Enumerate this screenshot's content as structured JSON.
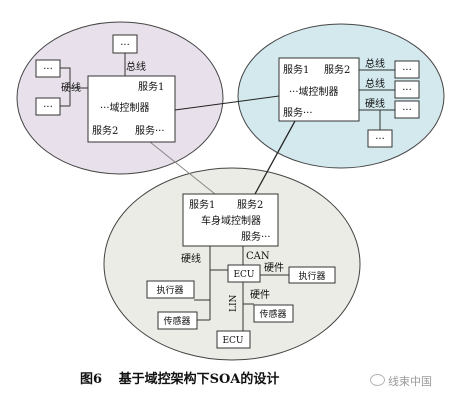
{
  "diagram": {
    "zones": {
      "left": {
        "controller": {
          "service1": "服务1",
          "name": "···域控制器",
          "service2": "服务2",
          "service_more": "服务···"
        },
        "bus_label": "总线",
        "hardwire_label": "硬线",
        "device_label": "···"
      },
      "right": {
        "controller": {
          "service1": "服务1",
          "service2": "服务2",
          "name": "···域控制器",
          "service_more": "服务···"
        },
        "bus_label_1": "总线",
        "bus_label_2": "总线",
        "hardwire_label": "硬线",
        "device_label": "···"
      },
      "bottom": {
        "controller": {
          "service1": "服务1",
          "service2": "服务2",
          "name": "车身域控制器",
          "service_more": "服务···"
        },
        "can_label": "CAN",
        "hardwire_label": "硬线",
        "lin_label": "LIN",
        "ecu_label": "ECU",
        "hardware_label_1": "硬件",
        "hardware_label_2": "硬件",
        "actuator_label": "执行器",
        "sensor_label": "传感器"
      }
    }
  },
  "caption": {
    "figure_no": "图6",
    "title": "基于域控架构下SOA的设计"
  },
  "watermark": {
    "text": "线束中国"
  }
}
